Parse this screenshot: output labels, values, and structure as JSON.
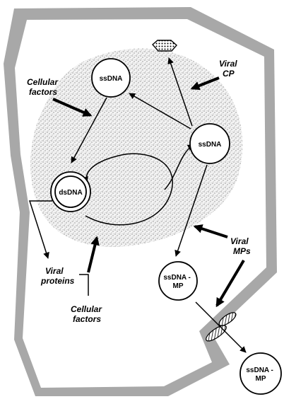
{
  "nodes": {
    "ssdna_top": "ssDNA",
    "ssdna_right": "ssDNA",
    "dsdna": "dsDNA",
    "ssdna_mp_inner": [
      "ssDNA -",
      "MP"
    ],
    "ssdna_mp_outer": [
      "ssDNA -",
      "MP"
    ]
  },
  "annotations": {
    "cellular_factors_top": [
      "Cellular",
      "factors"
    ],
    "viral_cp": [
      "Viral",
      "CP"
    ],
    "viral_proteins": [
      "Viral",
      "proteins"
    ],
    "cellular_factors_bottom": [
      "Cellular",
      "factors"
    ],
    "viral_mps": [
      "Viral",
      "MPs"
    ]
  },
  "colors": {
    "cell_wall": "#a8a8a8",
    "nucleus_stipple": "#bdbdbd",
    "ink": "#000000"
  }
}
